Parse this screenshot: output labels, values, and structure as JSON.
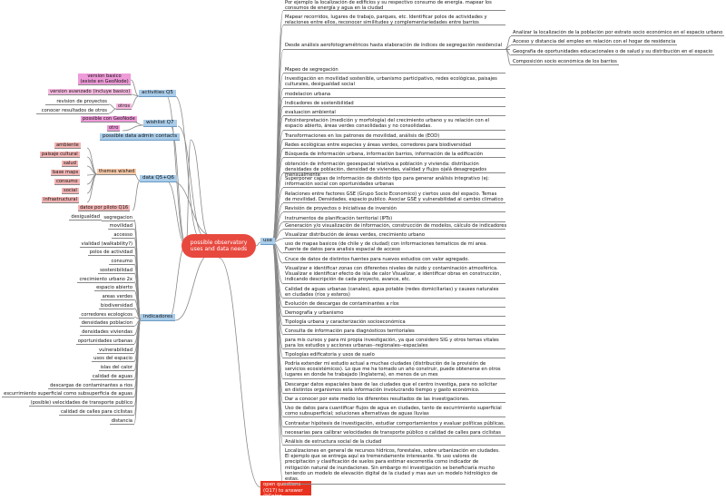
{
  "center": "possible observatory uses and data needs",
  "use_label": "use",
  "open_questions": "open questions (Q17) to answer @Coloq",
  "use_items": [
    "Por ejemplo la localización de edificios y su respectivo consumo de energía. mapear los consumos de energía y agua en la ciudad",
    "Mapear recorridos, lugares de trabajo, parques, etc. Identificar polos de actividades y relaciones entre ellos, reconocer similitudes y complementariedades entre barrios",
    "Desde análisis aerofotogramétricos hasta elaboración de índices de segregación residencial",
    "Mapeo de segregación",
    "Investigación en movilidad sostenible, urbanismo participativo, redes ecológicas, paisajes culturales, desigualdad social",
    "modelacion urbana",
    "Indicadores de sostenibilidad",
    "evaluacion ambiental",
    "Fotointerpretación (medición y morfología) del crecimiento urbano y su relación con el espacio abierto, áreas verdes consolidadas y no consolidadas.",
    "Transformaciones en los patrones de movilidad, análisis de (EOD)",
    "Redes ecológicas entre especies y áreas verdes, corredores para biodiversidad",
    "Búsqueda de información urbana, información barrios, información de la edificación",
    "obtención de información geoespacial relativa a población y vivienda: distribución densidades de población, densidad de viviendas, vialidad y flujos ojalá desagregados mensualmente",
    "Superponer capas de información de distinto tipo para generar análisis integrativo (ej: información social con oportunidades urbanas",
    "Relaciones entre factores GSE (Grupo Socio Economico) y ciertos usos del espacio.  Temas de movilidad.  Densidades, espacio publico.  Asociar GSE y vulnerabilidad al cambio climatico",
    "Revisión de proyectos o iniciativas de inversión",
    "Instrumentos de planificación territorial (IPTs)",
    "Generación y/o visualización de información, construcción de modelos, cálculo de indicadores",
    "Visualizar distribución de áreas verdes, crecimiento urbano",
    "uso de mapas basicos (de chile y de ciudad) con informaciones tematicos de mi area. Fuente de datos para analisis espacial de acceso",
    "Cruce de datos de distintos fuentes para nuevos estudios con valor agregado.",
    "Visualizar e identificar zonas con diferentes niveles de ruido y contaminación atmosférica. Visualizar e identificar efecto de isla de calor Visualizar, e identificar obras en construcción, indicando descripción de cada proyecto, avance, etc.",
    "Calidad de aguas urbanas (canales), agua potable (redes domiciliarias) y causes naturales en ciudades (ríos y esteros)",
    "Evolución de descargas de contaminantes a ríos",
    "Demografía y urbanismo",
    "Tipología urbana y caracterización socioeconómica",
    "Consulta de información para diagnósticos territoriales",
    "para mis cursos y para mi propia investigación, ya que considero SIG y otros temas vitales para los estudios y acciones urbanas--regionales--espaciales",
    "Tipologías edificatoria y usos de suelo",
    "Podría extender mi estudio actual a muchas ciudades (distribución de la provisión de servicios ecosistémicos). Lo que me ha tomado un año construir, puede obtenerse en otros lugares en donde he trabajado (Inglaterra), en menos de un mes",
    "Descargar datos espaciales base de las ciudades que el centro investiga, para no solicitar en distintos organismos esta información involucrando tiempo y gasto económico.",
    "Dar a conocer por este medio los diferentes resultados de las investigaciones.",
    "Uso de datos para cuantificar flujos de agua en ciudades, tanto de escurrimiento superficial como subsuperficial; soluciones alternativas de aguas lluvias",
    "Contrastar hipótesis de investigación, estudiar comportamientos y evaluar políticas públicas.",
    "necesarias para calibrar velocidades de transporte público o calidad de calles para ciclistas",
    "Análisis de estructura social de la ciudad",
    "Localizaciones en general de recursos hídricos, forestales, sobre urbanización en ciudades. El ejemplo que se entrega aquí es tremendamente interesante. Yo uso valores de precipitación y clasificación de suelos para estimar escorrentía como indicador de mitigación natural de inundaciones. Sin embargo mi investigación se beneficiaría mucho teniendo un modelo de elevación digital de la ciudad y mas aun un modelo hidrológico de estas."
  ],
  "segregation_sub": [
    "Analizar la localización de la población por estrato socio económico en el espacio urbano",
    "Acceso y distancia del empleo en relación con el hogar de residencia",
    "Geografía de oportunidades educacionales o de salud y su distribución en el espacio",
    "Composición socio económica de los barrios"
  ],
  "activities": {
    "label": "activities Q5",
    "version_basico": "version basico (existe en GeoNode)",
    "version_avanzado": "version avanzado (incluye basico)",
    "otros": "otros",
    "otros_items": [
      "revision de proyectos",
      "conocer resultados de otros"
    ]
  },
  "wishlist": {
    "label": "wishlist Q7",
    "items": [
      "possible con GeoNode",
      "otro"
    ]
  },
  "contacts": "possible data admin contacts",
  "data": {
    "label": "data Q5+Q6",
    "themes_label": "themes wished",
    "themes": [
      "ambiente",
      "paisaje cultural",
      "salud",
      "base maps",
      "consumo",
      "social",
      "infrastructural"
    ],
    "pilot": "datos por piloto Q16"
  },
  "indicadores": {
    "label": "indicadores",
    "items": [
      "segregacion",
      "desigualdad",
      "movilidad",
      "accesso",
      "vialidad (walkability?)",
      "polos de actividad",
      "consumo",
      "sostenibilidad",
      "crecimiento urbano 2x",
      "espacio abierto",
      "areas verdes",
      "biodiversidad",
      "corredores ecologicos",
      "densidades poblacion",
      "densidades viviendas",
      "oportunidades urbanas",
      "vulnerabilidad",
      "usos del espacio",
      "islas del calor",
      "calidad de aguas",
      "descargas de contaminantes a rios",
      "escurrimiento superficial como subsuperficia de aguas",
      "(posible) velocidades de transporte publico",
      "calidad de calles para ciclistas",
      "distancia"
    ]
  }
}
